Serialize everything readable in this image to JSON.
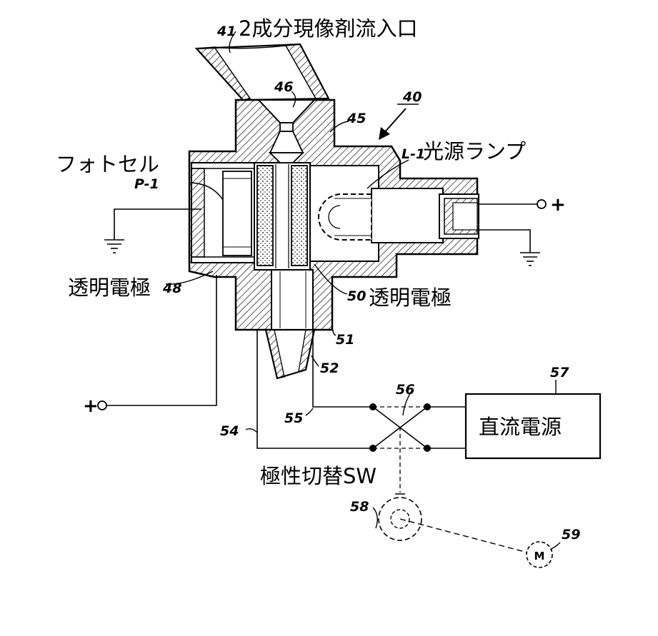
{
  "labels": {
    "inlet": "2成分現像剤流入口",
    "photocell": "フォトセル",
    "light_lamp": "光源ランプ",
    "electrode_left": "透明電極",
    "electrode_right": "透明電極",
    "polarity_switch": "極性切替SW",
    "dc_power": "直流電源"
  },
  "refs": {
    "r41": "41",
    "r46": "46",
    "r40": "40",
    "r45": "45",
    "r_l1": "L-1",
    "r_p1": "P-1",
    "r48": "48",
    "r50": "50",
    "r51": "51",
    "r52": "52",
    "r56": "56",
    "r57": "57",
    "r55": "55",
    "r54": "54",
    "r58": "58",
    "r59": "59",
    "motor": "M"
  },
  "terminals": {
    "plus_right": "+",
    "plus_left": "+"
  }
}
